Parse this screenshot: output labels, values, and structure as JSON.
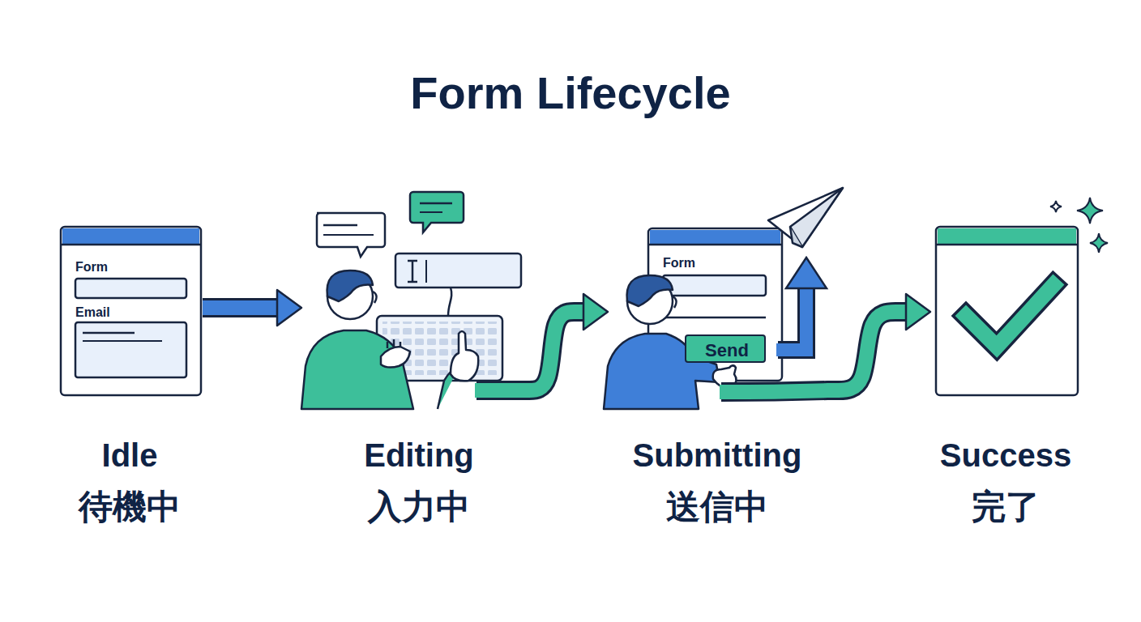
{
  "diagram": {
    "title": "Form Lifecycle",
    "nodes": [
      {
        "text": [
          "Idle",
          "待機中"
        ]
      },
      {
        "text": [
          "Form",
          "Email"
        ],
        "in": 0
      },
      {
        "text": [
          "Editing",
          "入力中"
        ]
      },
      {
        "text": [
          "Submitting",
          "送信中"
        ]
      },
      {
        "text": [
          "Form"
        ],
        "in": 3
      },
      {
        "text": [
          "Send"
        ],
        "in": 4
      },
      {
        "text": [
          "Success",
          "完了"
        ]
      }
    ],
    "edges": [
      {
        "from": 0,
        "to": 2,
        "arrow": "to"
      },
      {
        "from": 2,
        "to": 3,
        "arrow": "to"
      },
      {
        "from": 3,
        "to": 6,
        "arrow": "to"
      }
    ]
  }
}
